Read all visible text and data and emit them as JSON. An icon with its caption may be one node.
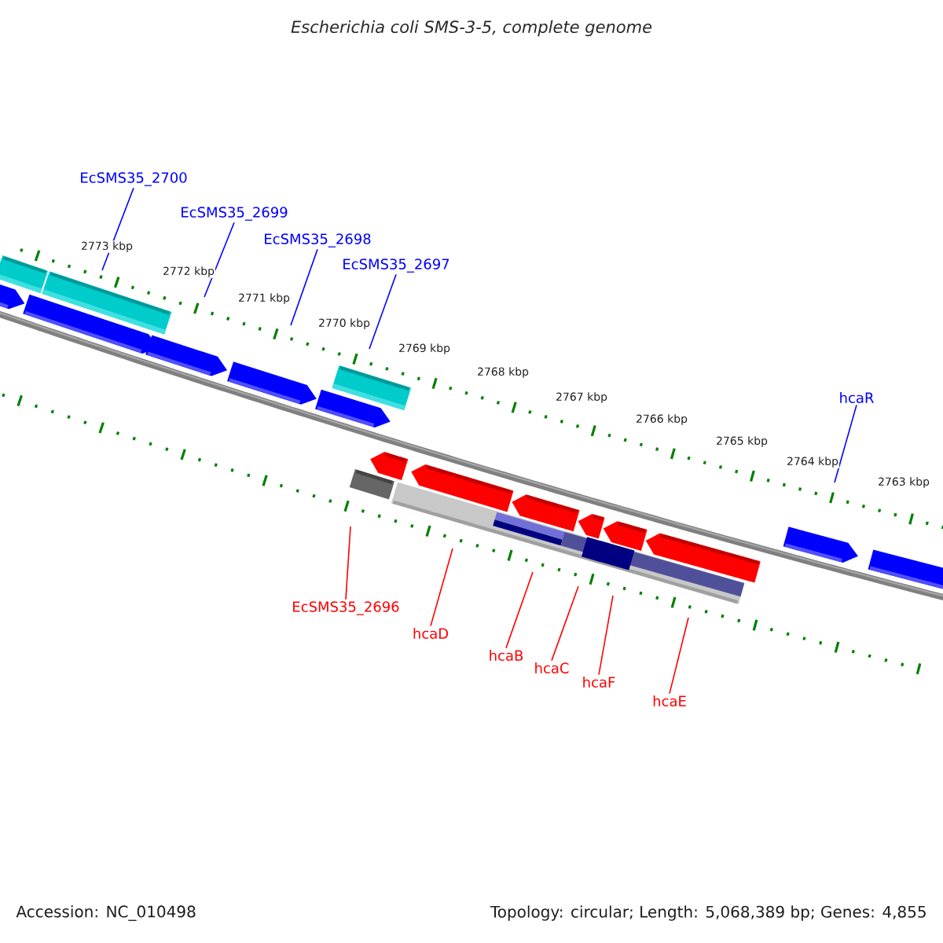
{
  "diagram": {
    "title": "Escherichia coli SMS-3-5, complete genome",
    "nodes": [
      {
        "text": [
          "EcSMS35_2700"
        ]
      },
      {
        "text": [
          "EcSMS35_2699"
        ]
      },
      {
        "text": [
          "EcSMS35_2698"
        ]
      },
      {
        "text": [
          "EcSMS35_2697"
        ]
      },
      {
        "text": [
          "hcaR"
        ]
      },
      {
        "text": [
          "EcSMS35_2696"
        ]
      },
      {
        "text": [
          "hcaD"
        ]
      },
      {
        "text": [
          "hcaB"
        ]
      },
      {
        "text": [
          "hcaC"
        ]
      },
      {
        "text": [
          "hcaF"
        ]
      },
      {
        "text": [
          "hcaE"
        ]
      }
    ],
    "edges": [
      {
        "from": 0,
        "to": null,
        "arrow": "none",
        "color": "#0000ff"
      },
      {
        "from": 1,
        "to": null,
        "arrow": "none",
        "color": "#0000ff"
      },
      {
        "from": 2,
        "to": null,
        "arrow": "none",
        "color": "#0000ff"
      },
      {
        "from": 3,
        "to": null,
        "arrow": "none",
        "color": "#0000ff"
      },
      {
        "from": 4,
        "to": null,
        "arrow": "none",
        "color": "#0000ff"
      },
      {
        "from": 5,
        "to": null,
        "arrow": "none"
      },
      {
        "from": 6,
        "to": null,
        "arrow": "none"
      },
      {
        "from": 7,
        "to": null,
        "arrow": "none"
      },
      {
        "from": 8,
        "to": null,
        "arrow": "none"
      },
      {
        "from": 9,
        "to": null,
        "arrow": "none"
      },
      {
        "from": 10,
        "to": null,
        "arrow": "none"
      }
    ],
    "labels": [
      "2773 kbp",
      "2772 kbp",
      "2771 kbp",
      "2770 kbp",
      "2769 kbp",
      "2768 kbp",
      "2767 kbp",
      "2766 kbp",
      "2765 kbp",
      "2764 kbp",
      "2763 kbp",
      "Accession: NC_010498",
      "Topology: circular; Length: 5,068,389 bp; Genes: 4,855"
    ]
  }
}
